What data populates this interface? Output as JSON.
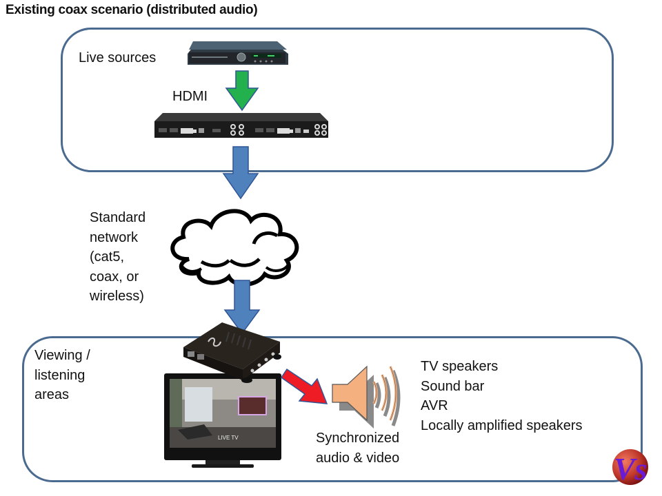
{
  "title": "Existing coax scenario (distributed audio)",
  "sources_panel": {
    "label": "Live sources",
    "connection_label": "HDMI"
  },
  "network": {
    "label_lines": [
      "Standard",
      "network",
      "(cat5,",
      "coax, or",
      "wireless)"
    ]
  },
  "viewing_panel": {
    "label_lines": [
      "Viewing /",
      "listening",
      "areas"
    ],
    "tv_screen_text": "LIVE TV",
    "sync_label_lines": [
      "Synchronized",
      "audio & video"
    ],
    "outputs": [
      "TV speakers",
      "Sound bar",
      "AVR",
      "Locally amplified speakers"
    ]
  },
  "logo_text": "Vs",
  "colors": {
    "panel_border": "#4a6a8f",
    "blue_arrow": "#4f81bd",
    "green_arrow": "#22b14c",
    "red_arrow": "#ee1c24",
    "speaker": "#f5b080",
    "logo_ball": "#c0392b",
    "logo_letters": "#6a1bd6"
  }
}
